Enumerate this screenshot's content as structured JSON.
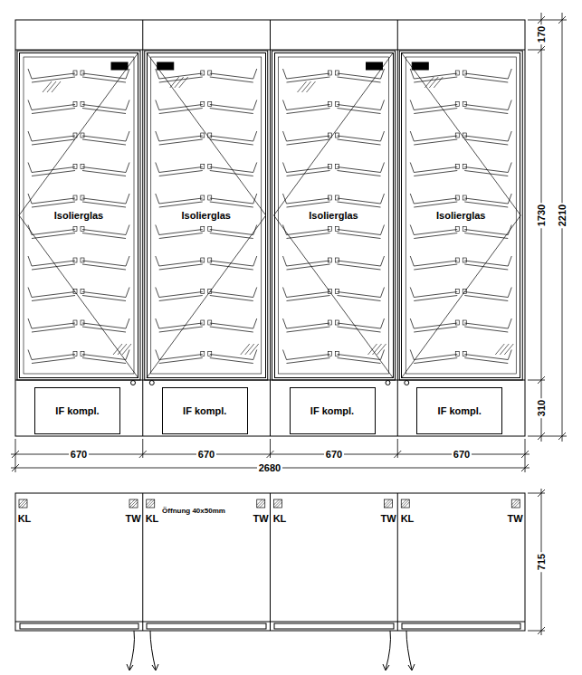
{
  "diagram": {
    "nodes": [
      {
        "text": [
          "Isolierglas"
        ]
      },
      {
        "text": [
          "Isolierglas"
        ]
      },
      {
        "text": [
          "Isolierglas"
        ]
      },
      {
        "text": [
          "Isolierglas"
        ]
      },
      {
        "text": [
          "IF kompl."
        ]
      },
      {
        "text": [
          "IF kompl."
        ]
      },
      {
        "text": [
          "IF kompl."
        ]
      },
      {
        "text": [
          "IF kompl."
        ]
      }
    ],
    "labels": [
      "170",
      "1730",
      "2210",
      "310",
      "670",
      "670",
      "670",
      "670",
      "2680",
      "KL",
      "TW",
      "KL",
      "Öffnung 40x50mm",
      "TW",
      "KL",
      "TW",
      "KL",
      "TW",
      "715"
    ]
  }
}
